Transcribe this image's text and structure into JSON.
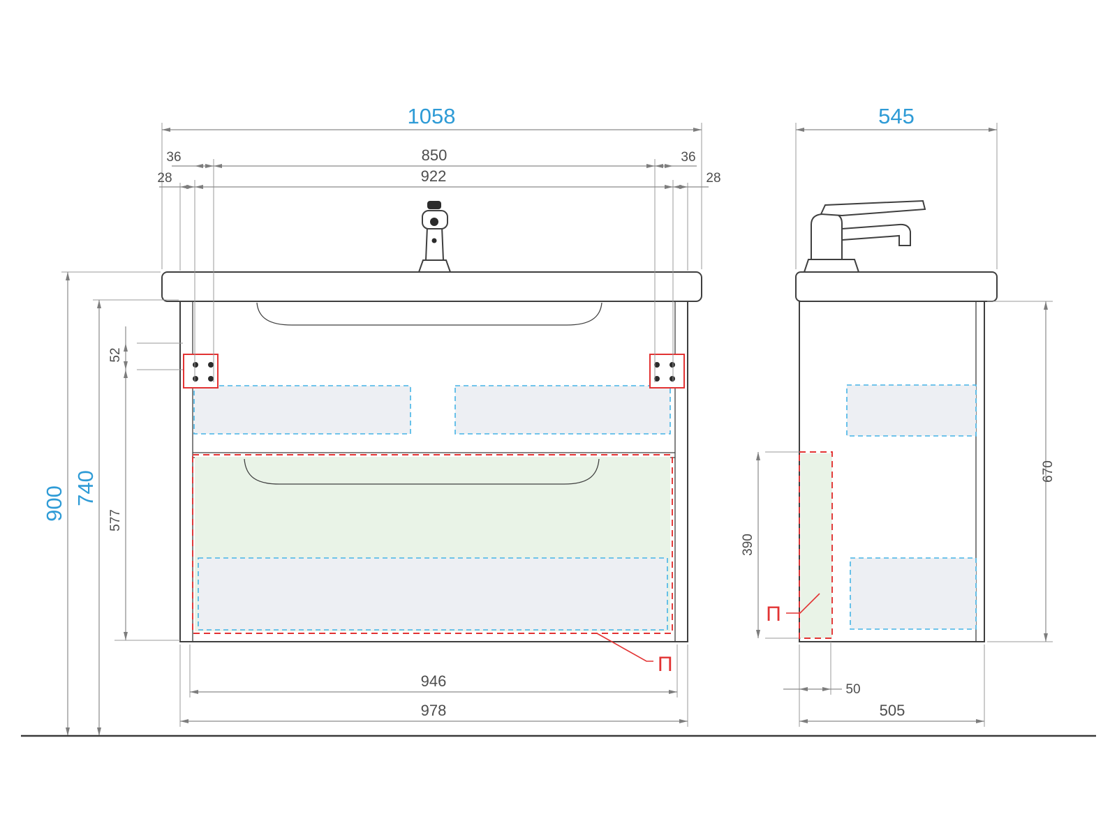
{
  "drawing": {
    "front": {
      "width_1058": "1058",
      "offset_36_left": "36",
      "span_850": "850",
      "offset_36_right": "36",
      "offset_28_left": "28",
      "span_922": "922",
      "offset_28_right": "28",
      "height_900": "900",
      "height_740": "740",
      "offset_52": "52",
      "height_577": "577",
      "width_946": "946",
      "width_978": "978",
      "panel_label": "П"
    },
    "side": {
      "depth_545": "545",
      "height_670": "670",
      "height_390": "390",
      "depth_50": "50",
      "depth_505": "505",
      "panel_label": "П"
    },
    "colors": {
      "dim_primary_blue": "#2e9bd6",
      "dim_secondary_gray": "#4d4d4d",
      "outline_dark": "#3f3f3f",
      "dimension_gray": "#8a8a8a",
      "highlight_red": "#e23333",
      "dashed_blue": "#45b4e6",
      "fill_gray": "#edeff3",
      "fill_green": "#e9f3e7"
    }
  }
}
